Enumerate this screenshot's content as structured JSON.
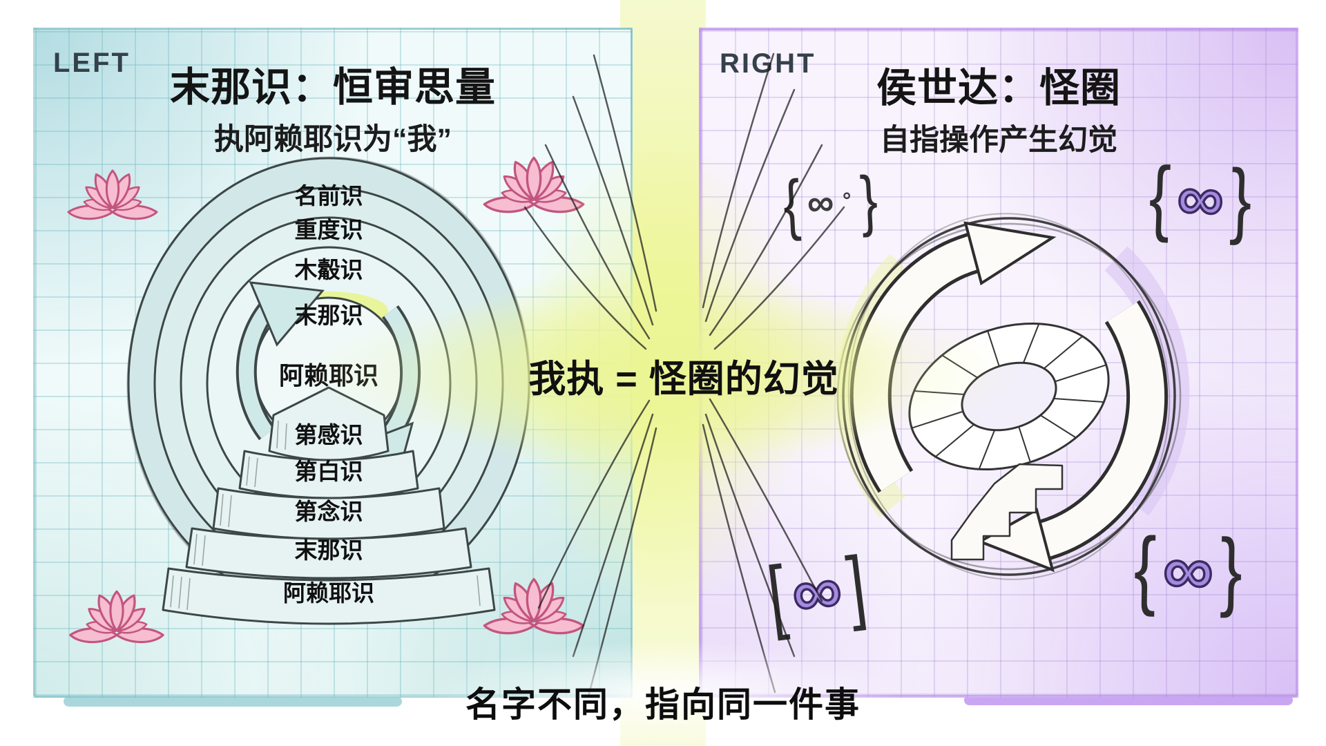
{
  "page": {
    "caption": "名字不同，指向同一件事"
  },
  "center": {
    "equation": "我执 = 怪圈的幻觉"
  },
  "left_panel": {
    "corner_label": "LEFT",
    "title": "末那识：恒审思量",
    "subtitle": "执阿赖耶识为“我”",
    "ring_labels": [
      "名前识",
      "重度识",
      "木觳识",
      "末那识"
    ],
    "core_label": "阿赖耶识",
    "step_labels": [
      "第感识",
      "第白识",
      "第念识",
      "末那识",
      "阿赖耶识"
    ]
  },
  "right_panel": {
    "corner_label": "RIGHT",
    "title": "侯世达：怪圈",
    "subtitle": "自指操作产生幻觉",
    "symbols": {
      "top_left": {
        "open": "{",
        "glyph": "∞",
        "small_circle": "∘",
        "close": "}"
      },
      "top_right": {
        "open": "{",
        "glyph": "∞",
        "small_circle": "",
        "close": "}"
      },
      "bottom_left": {
        "open": "[",
        "glyph": "∞",
        "small_circle": "",
        "close": "]"
      },
      "bottom_right": {
        "open": "{",
        "glyph": "∞",
        "small_circle": "",
        "close": "}"
      }
    }
  },
  "colors": {
    "left_grid": "#bfe3e6",
    "right_grid": "#cbaaf0",
    "highlight": "#e9f59b",
    "lotus_pink": "#f7bdd0",
    "lotus_outline": "#c2557e",
    "infinity_purple": "#a78ae0",
    "glow_yellow": "#ecf594",
    "ink": "#2e2e2e"
  }
}
